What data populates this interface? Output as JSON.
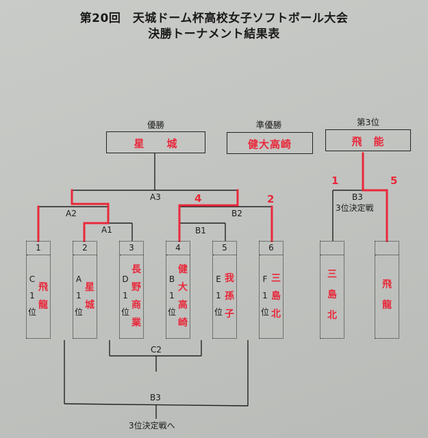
{
  "header": {
    "title_line1": "第20回　天城ドーム杯高校女子ソフトボール大会",
    "title_line2": "決勝トーナメント結果表"
  },
  "results": {
    "champion": {
      "label": "優勝",
      "school": "星　　城"
    },
    "runner_up": {
      "label": "準優勝",
      "school": "健大高崎"
    },
    "third": {
      "label": "第3位",
      "school": "飛　能"
    }
  },
  "matches": {
    "a1": "A1",
    "a2": "A2",
    "a3": "A3",
    "b1": "B1",
    "b2": "B2",
    "b3": "B3",
    "b3_sub": "3位決定戦",
    "c2": "C2",
    "bottom_b3": "B3",
    "to_third": "3位決定戦へ"
  },
  "scores": {
    "b2_left": "4",
    "b2_right": "2",
    "third_left": "1",
    "third_right": "5"
  },
  "teams": [
    {
      "num": "1",
      "block": [
        "C",
        "1",
        "位"
      ],
      "school": [
        "飛",
        "龍"
      ]
    },
    {
      "num": "2",
      "block": [
        "A",
        "1",
        "位"
      ],
      "school": [
        "星",
        "城"
      ]
    },
    {
      "num": "3",
      "block": [
        "D",
        "1",
        "位"
      ],
      "school": [
        "長",
        "野",
        "商",
        "業"
      ]
    },
    {
      "num": "4",
      "block": [
        "B",
        "1",
        "位"
      ],
      "school": [
        "健",
        "大",
        "高",
        "崎"
      ]
    },
    {
      "num": "5",
      "block": [
        "E",
        "1",
        "位"
      ],
      "school": [
        "我",
        "孫",
        "子"
      ]
    },
    {
      "num": "6",
      "block": [
        "F",
        "1",
        "位"
      ],
      "school": [
        "三",
        "島",
        "北"
      ]
    }
  ],
  "third_place_teams": [
    {
      "school": [
        "三",
        "島",
        "北"
      ]
    },
    {
      "school": [
        "飛",
        "龍"
      ]
    }
  ],
  "colors": {
    "winner_line": "#e8283a",
    "line": "#222222",
    "paper": "#c4c6c3"
  }
}
